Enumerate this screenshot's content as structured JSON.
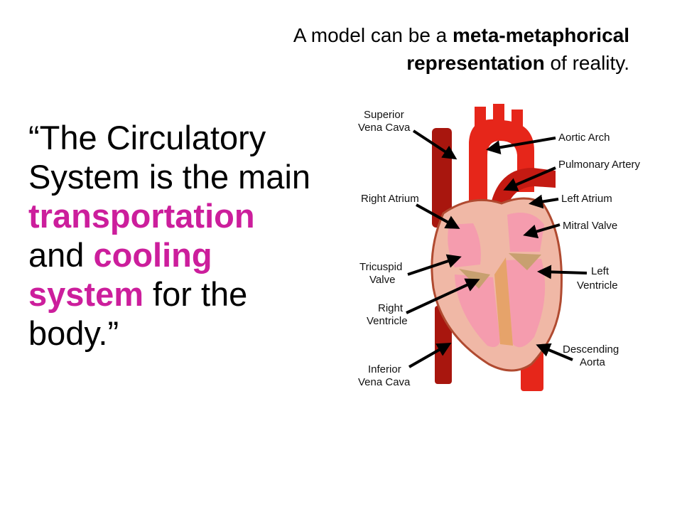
{
  "subtitle": {
    "part1": "A model can be a ",
    "bold1": "meta-metaphorical",
    "bold2": "representation",
    "part2": " of reality."
  },
  "quote": {
    "open": "“The Circulatory System is the main ",
    "hl1": "transportation",
    "mid": " and ",
    "hl2": "cooling",
    "hl3": "system",
    "close": " for the body.”"
  },
  "diagram": {
    "labels": {
      "superior_vena_cava_1": "Superior",
      "superior_vena_cava_2": "Vena Cava",
      "right_atrium": "Right Atrium",
      "tricuspid_valve_1": "Tricuspid",
      "tricuspid_valve_2": "Valve",
      "right_ventricle_1": "Right",
      "right_ventricle_2": "Ventricle",
      "inferior_vena_cava_1": "Inferior",
      "inferior_vena_cava_2": "Vena Cava",
      "aortic_arch": "Aortic Arch",
      "pulmonary_artery": "Pulmonary Artery",
      "left_atrium": "Left Atrium",
      "mitral_valve": "Mitral Valve",
      "left_ventricle_1": "Left",
      "left_ventricle_2": "Ventricle",
      "descending_aorta_1": "Descending",
      "descending_aorta_2": "Aorta"
    },
    "colors": {
      "vessel_dark": "#a8160e",
      "vessel_red": "#e6261a",
      "muscle": "#f0b8a6",
      "chamber": "#f59cae",
      "valve": "#c8a070",
      "arrow": "#000000"
    }
  },
  "colors": {
    "highlight": "#cc1e9c",
    "text": "#000000",
    "background": "#ffffff"
  }
}
